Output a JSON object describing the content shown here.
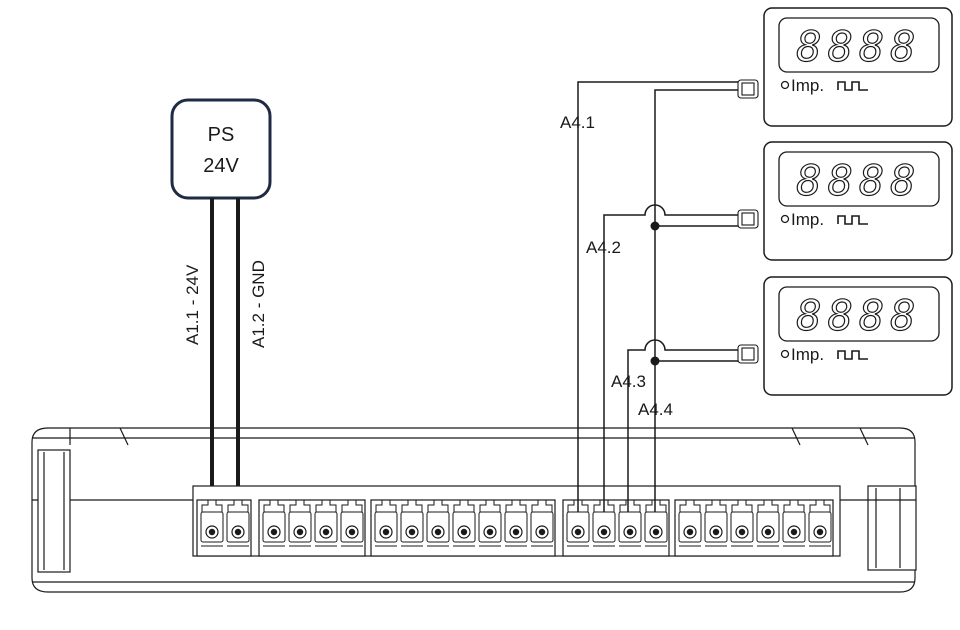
{
  "power_supply": {
    "line1": "PS",
    "line2": "24V"
  },
  "wires": {
    "a1_1": "A1.1 - 24V",
    "a1_2": "A1.2 - GND",
    "a4_1": "A4.1",
    "a4_2": "A4.2",
    "a4_3": "A4.3",
    "a4_4": "A4.4"
  },
  "counters": [
    {
      "label": "Imp.",
      "digits": "8888"
    },
    {
      "label": "Imp.",
      "digits": "8888"
    },
    {
      "label": "Imp.",
      "digits": "8888"
    }
  ],
  "colors": {
    "line": "#1a1a1a",
    "ps_border": "#1f2a44"
  }
}
